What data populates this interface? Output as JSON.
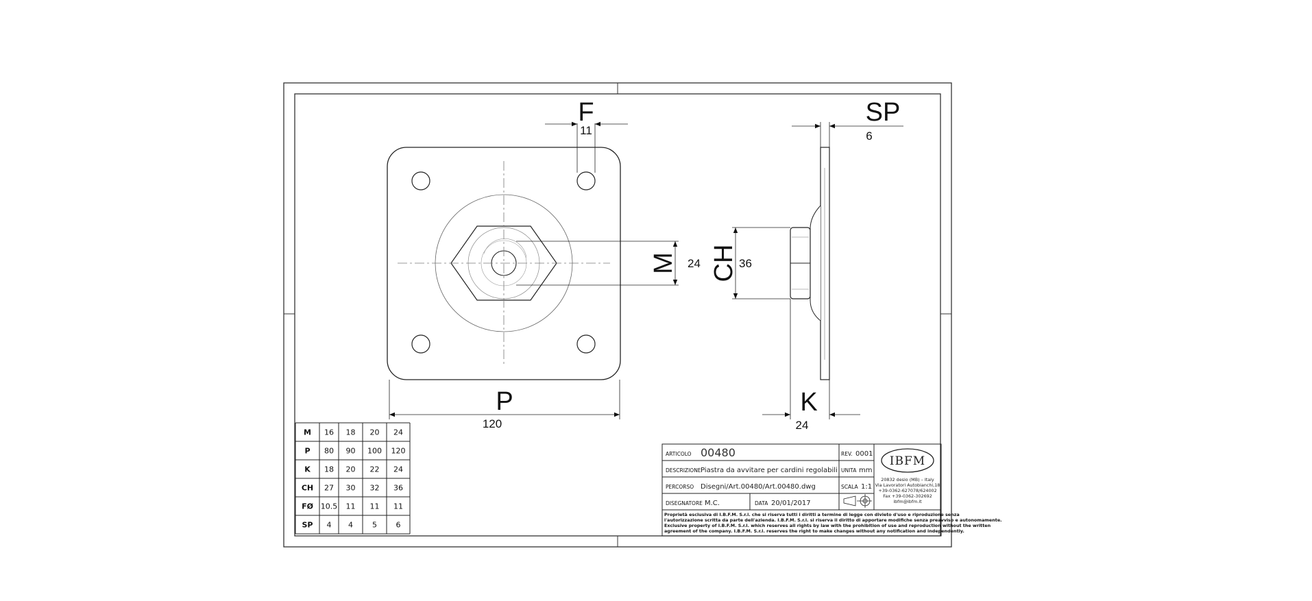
{
  "dimensions": {
    "F": {
      "label": "F",
      "value": "11"
    },
    "SP": {
      "label": "SP",
      "value": "6"
    },
    "M": {
      "label": "M",
      "value": "24"
    },
    "CH": {
      "label": "CH",
      "value": "36"
    },
    "P": {
      "label": "P",
      "value": "120"
    },
    "K": {
      "label": "K",
      "value": "24"
    }
  },
  "size_table": {
    "rows": [
      {
        "head": "M",
        "cells": [
          "16",
          "18",
          "20",
          "24"
        ]
      },
      {
        "head": "P",
        "cells": [
          "80",
          "90",
          "100",
          "120"
        ]
      },
      {
        "head": "K",
        "cells": [
          "18",
          "20",
          "22",
          "24"
        ]
      },
      {
        "head": "CH",
        "cells": [
          "27",
          "30",
          "32",
          "36"
        ]
      },
      {
        "head": "FØ",
        "cells": [
          "10.5",
          "11",
          "11",
          "11"
        ]
      },
      {
        "head": "SP",
        "cells": [
          "4",
          "4",
          "5",
          "6"
        ]
      }
    ]
  },
  "title_block": {
    "articolo_label": "ARTICOLO",
    "articolo_value": "00480",
    "rev_label": "REV.",
    "rev_value": "0001",
    "descrizione_label": "DESCRIZIONE",
    "descrizione_value": "Piastra da avvitare per cardini regolabili",
    "unita_label": "UNITA",
    "unita_value": "mm",
    "percorso_label": "PERCORSO",
    "percorso_value": "Disegni/Art.00480/Art.00480.dwg",
    "scala_label": "SCALA",
    "scala_value": "1:1",
    "disegnatore_label": "DISEGNATORE",
    "disegnatore_value": "M.C.",
    "data_label": "DATA",
    "data_value": "20/01/2017",
    "note_lines": [
      "Proprietà esclusiva di I.B.F.M. S.r.l. che si riserva tutti i diritti a termine di legge con divieto d'uso e riproduzione senza",
      "l'autorizzazione scritta da parte dell'azienda. I.B.F.M. S.r.l. si riserva il diritto di apportare modifiche senza preavviso e autonomamente.",
      "Exclusive property of I.B.F.M. S.r.l. which reserves all rights by law with the prohibition of use and reproduction without the written",
      "agreement of the company. I.B.F.M. S.r.l. reserves the right to make changes without any notification and independently."
    ]
  },
  "company": {
    "logo_text": "IBFM",
    "address_lines": [
      "20832 desio (MB) – Italy",
      "Via Lavoratori Autobianchi,18",
      "+39-0362-627078/624002",
      "Fax +39-0362-302692",
      "ibfm@ibfm.it"
    ]
  }
}
